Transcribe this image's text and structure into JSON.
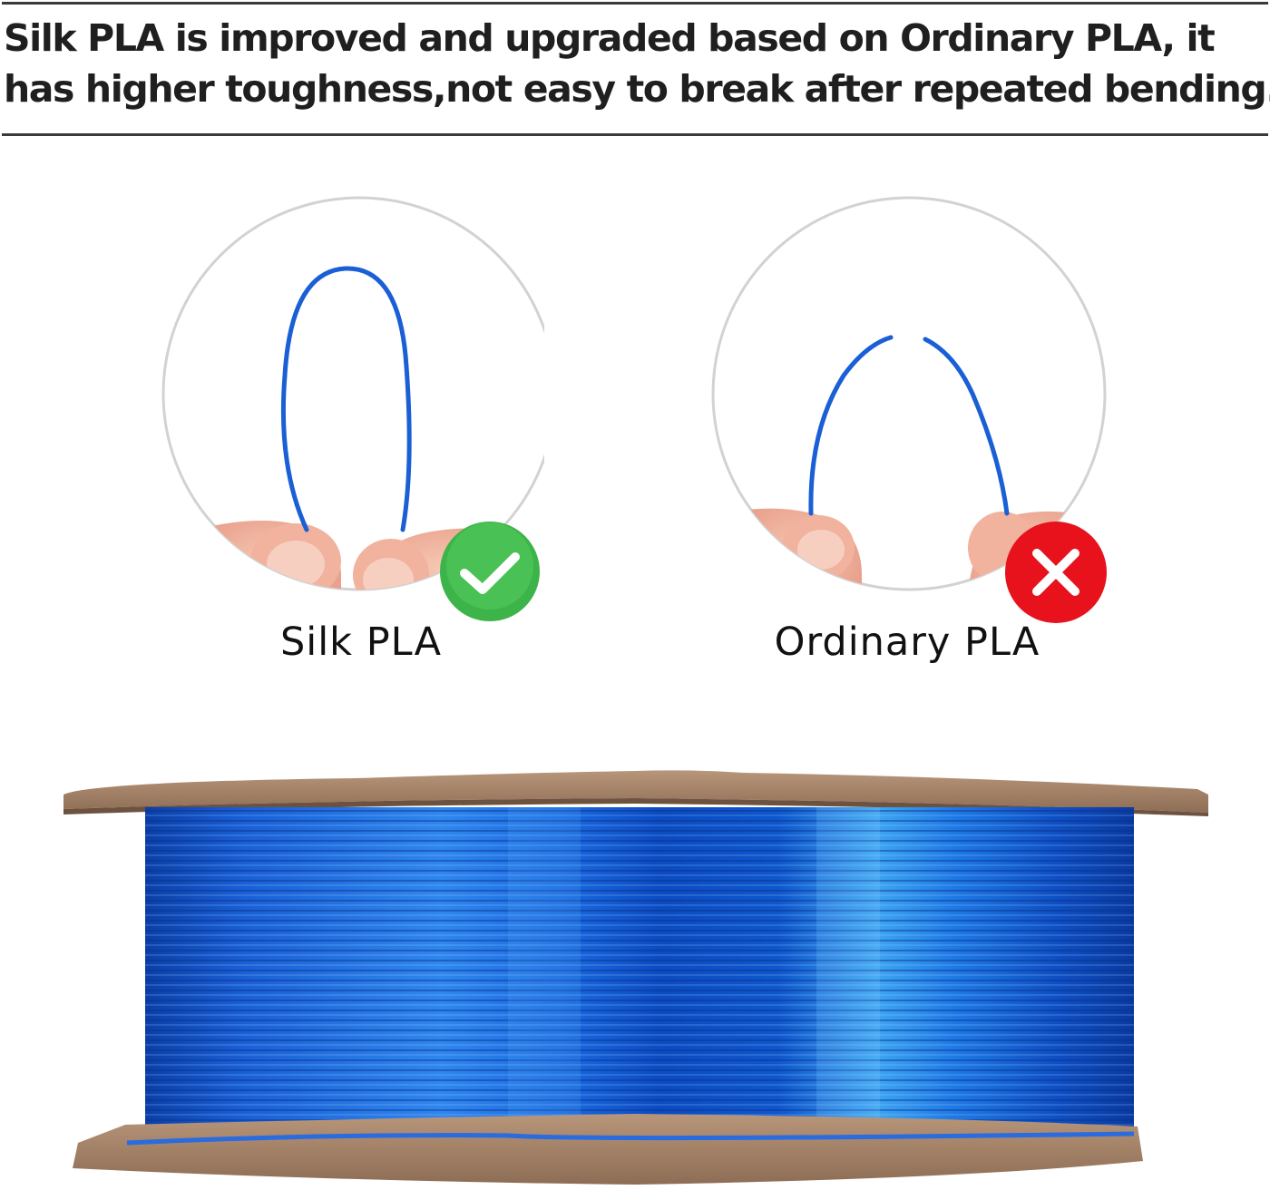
{
  "headline": {
    "line1": "Silk PLA is improved and upgraded based on Ordinary PLA, it",
    "line2": "has higher toughness,not easy to break after repeated bending."
  },
  "comparison": [
    {
      "label": "Silk PLA",
      "result": "check-icon",
      "badge_color": "#3db44a"
    },
    {
      "label": "Ordinary PLA",
      "result": "cross-icon",
      "badge_color": "#e8121c"
    }
  ],
  "colors": {
    "filament": "#1a5fd6",
    "spool_cardboard": "#a88568",
    "rule": "#3a3a3a",
    "text": "#1f1f1f"
  }
}
